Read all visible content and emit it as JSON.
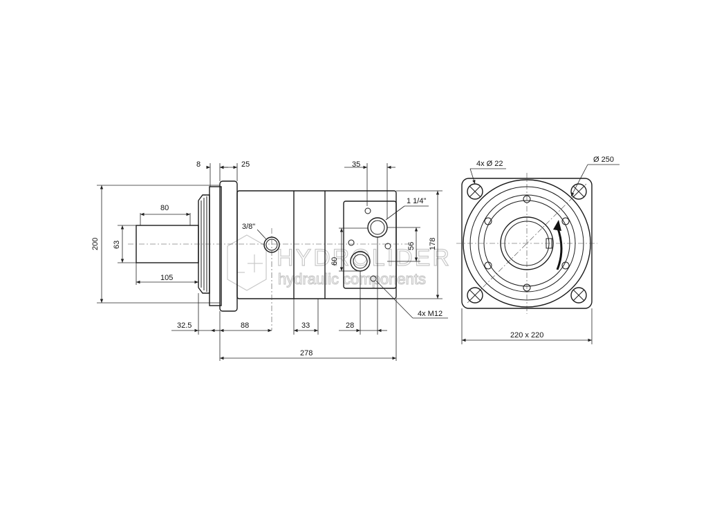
{
  "watermark": {
    "brand": "HYDROLIDER",
    "tagline": "hydraulic components"
  },
  "side_view": {
    "dim_top_8": "8",
    "dim_top_25": "25",
    "dim_top_35": "35",
    "dim_shaft_80": "80",
    "dim_shaft_105": "105",
    "dim_height_200": "200",
    "dim_shaft_dia_63": "63",
    "port_small": "3/8\"",
    "port_large": "1 1/4\"",
    "dim_ports_60": "60",
    "dim_ports_56": "56",
    "dim_height_178": "178",
    "thread_label": "4x M12",
    "dim_bottom_32_5": "32.5",
    "dim_bottom_88": "88",
    "dim_bottom_33": "33",
    "dim_bottom_28": "28",
    "dim_total_278": "278"
  },
  "front_view": {
    "holes_label": "4x Ø 22",
    "flange_dia_label": "Ø 250",
    "size_label": "220 x 220"
  }
}
